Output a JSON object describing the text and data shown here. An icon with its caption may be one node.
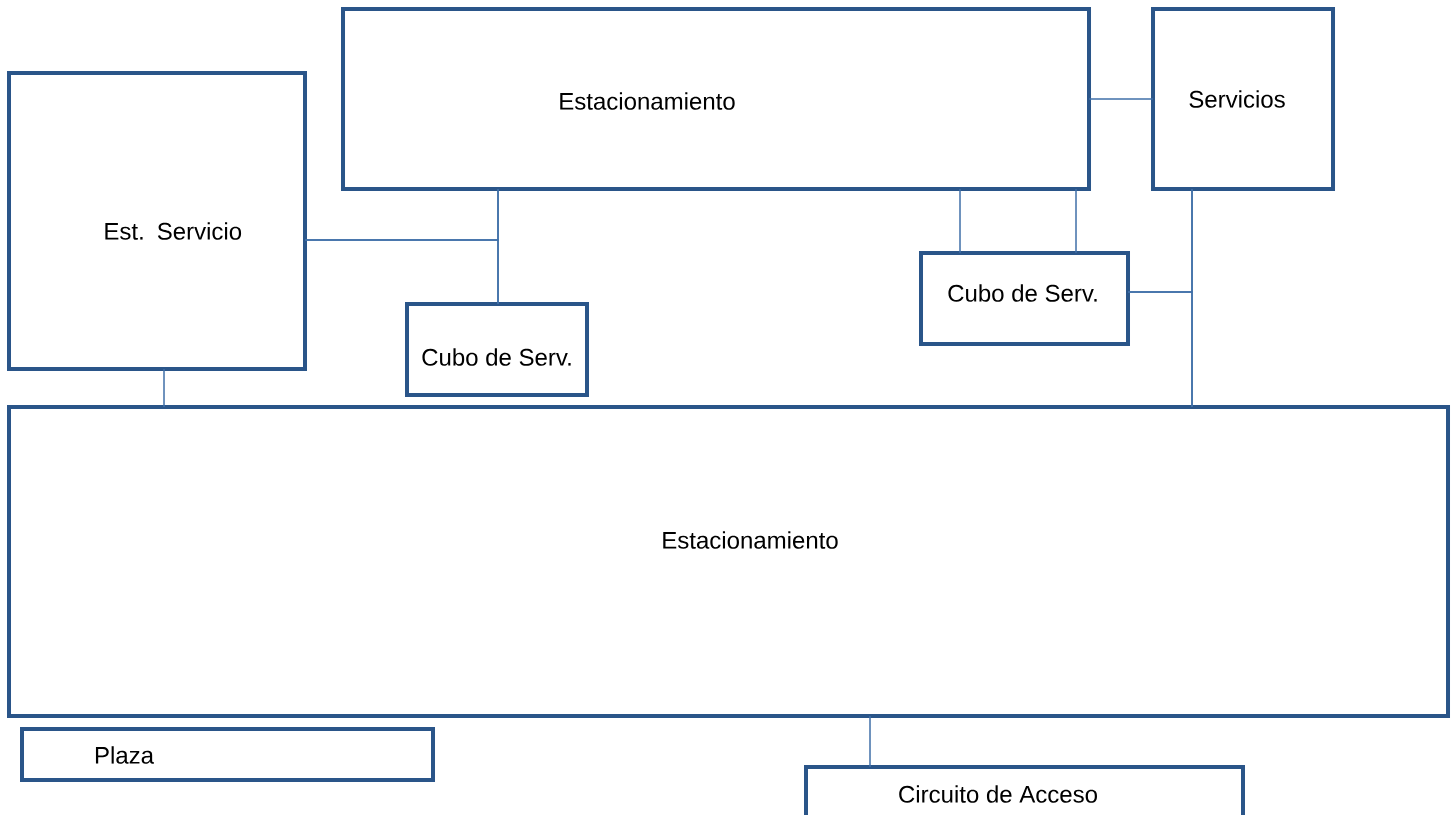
{
  "diagram": {
    "nodes": [
      {
        "text": [
          "Estacionamiento"
        ]
      },
      {
        "text": [
          "Servicios"
        ]
      },
      {
        "text": [
          "Est. Servicio"
        ]
      },
      {
        "text": [
          "Cubo de Serv."
        ]
      },
      {
        "text": [
          "Cubo de Serv."
        ]
      },
      {
        "text": [
          "Estacionamiento"
        ]
      },
      {
        "text": [
          "Plaza"
        ]
      },
      {
        "text": [
          "Circuito de Acceso"
        ]
      }
    ],
    "edges": [
      {
        "from": 0,
        "to": 1,
        "arrow": "none"
      },
      {
        "from": 2,
        "to": 0,
        "arrow": "none"
      },
      {
        "from": 2,
        "to": 3,
        "arrow": "none"
      },
      {
        "from": 0,
        "to": 3,
        "arrow": "none"
      },
      {
        "from": 0,
        "to": 4,
        "arrow": "none"
      },
      {
        "from": 0,
        "to": 4,
        "arrow": "none"
      },
      {
        "from": 1,
        "to": 5,
        "arrow": "none"
      },
      {
        "from": 4,
        "to": 1,
        "arrow": "none"
      },
      {
        "from": 4,
        "to": 5,
        "arrow": "none"
      },
      {
        "from": 2,
        "to": 5,
        "arrow": "none"
      },
      {
        "from": 5,
        "to": 7,
        "arrow": "none"
      }
    ]
  }
}
